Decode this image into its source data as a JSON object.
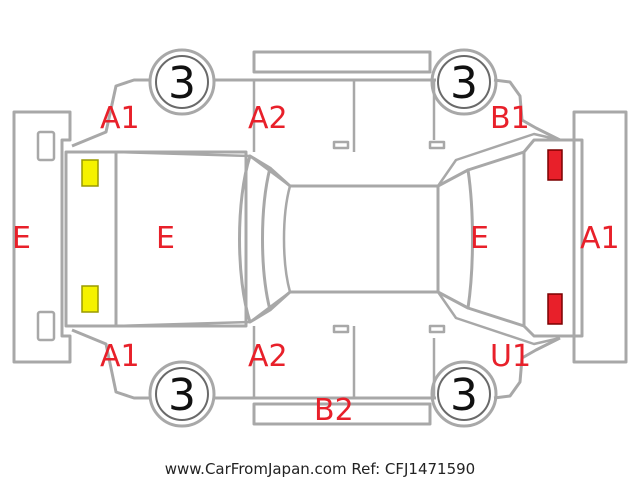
{
  "diagram": {
    "tires": {
      "front_left": "3",
      "rear_left": "3",
      "front_right": "3",
      "rear_right": "3"
    },
    "labels": {
      "rear_bumper": "E",
      "rear_left_quarter": "A1",
      "left_rear_door": "A2",
      "left_front_fender": "B1",
      "trunk": "E",
      "hood": "E",
      "front_bumper": "A1",
      "right_rear_quarter": "A1",
      "right_rear_door": "A2",
      "right_front_fender": "U1",
      "right_side_sill": "B2"
    },
    "light_colors": {
      "rear_lights": "#f5f200",
      "front_lights": "#e8202a"
    },
    "footer": "www.CarFromJapan.com Ref: CFJ1471590"
  }
}
